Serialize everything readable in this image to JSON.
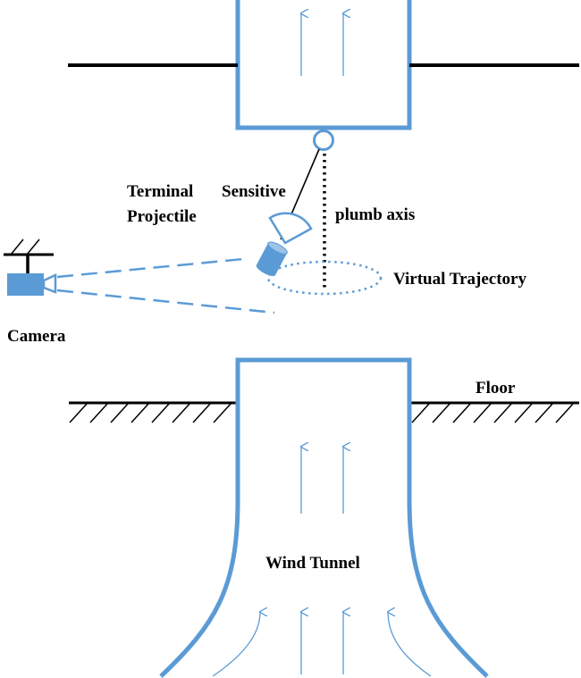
{
  "labels": {
    "terminal": "Terminal",
    "sensitive": "Sensitive",
    "projectile": "Projectile",
    "plumb_axis": "plumb axis",
    "virtual_trajectory": "Virtual Trajectory",
    "camera": "Camera",
    "floor": "Floor",
    "wind_tunnel": "Wind Tunnel"
  },
  "colors": {
    "blue": "#5b9bd5",
    "black": "#000000",
    "background": "#ffffff"
  }
}
